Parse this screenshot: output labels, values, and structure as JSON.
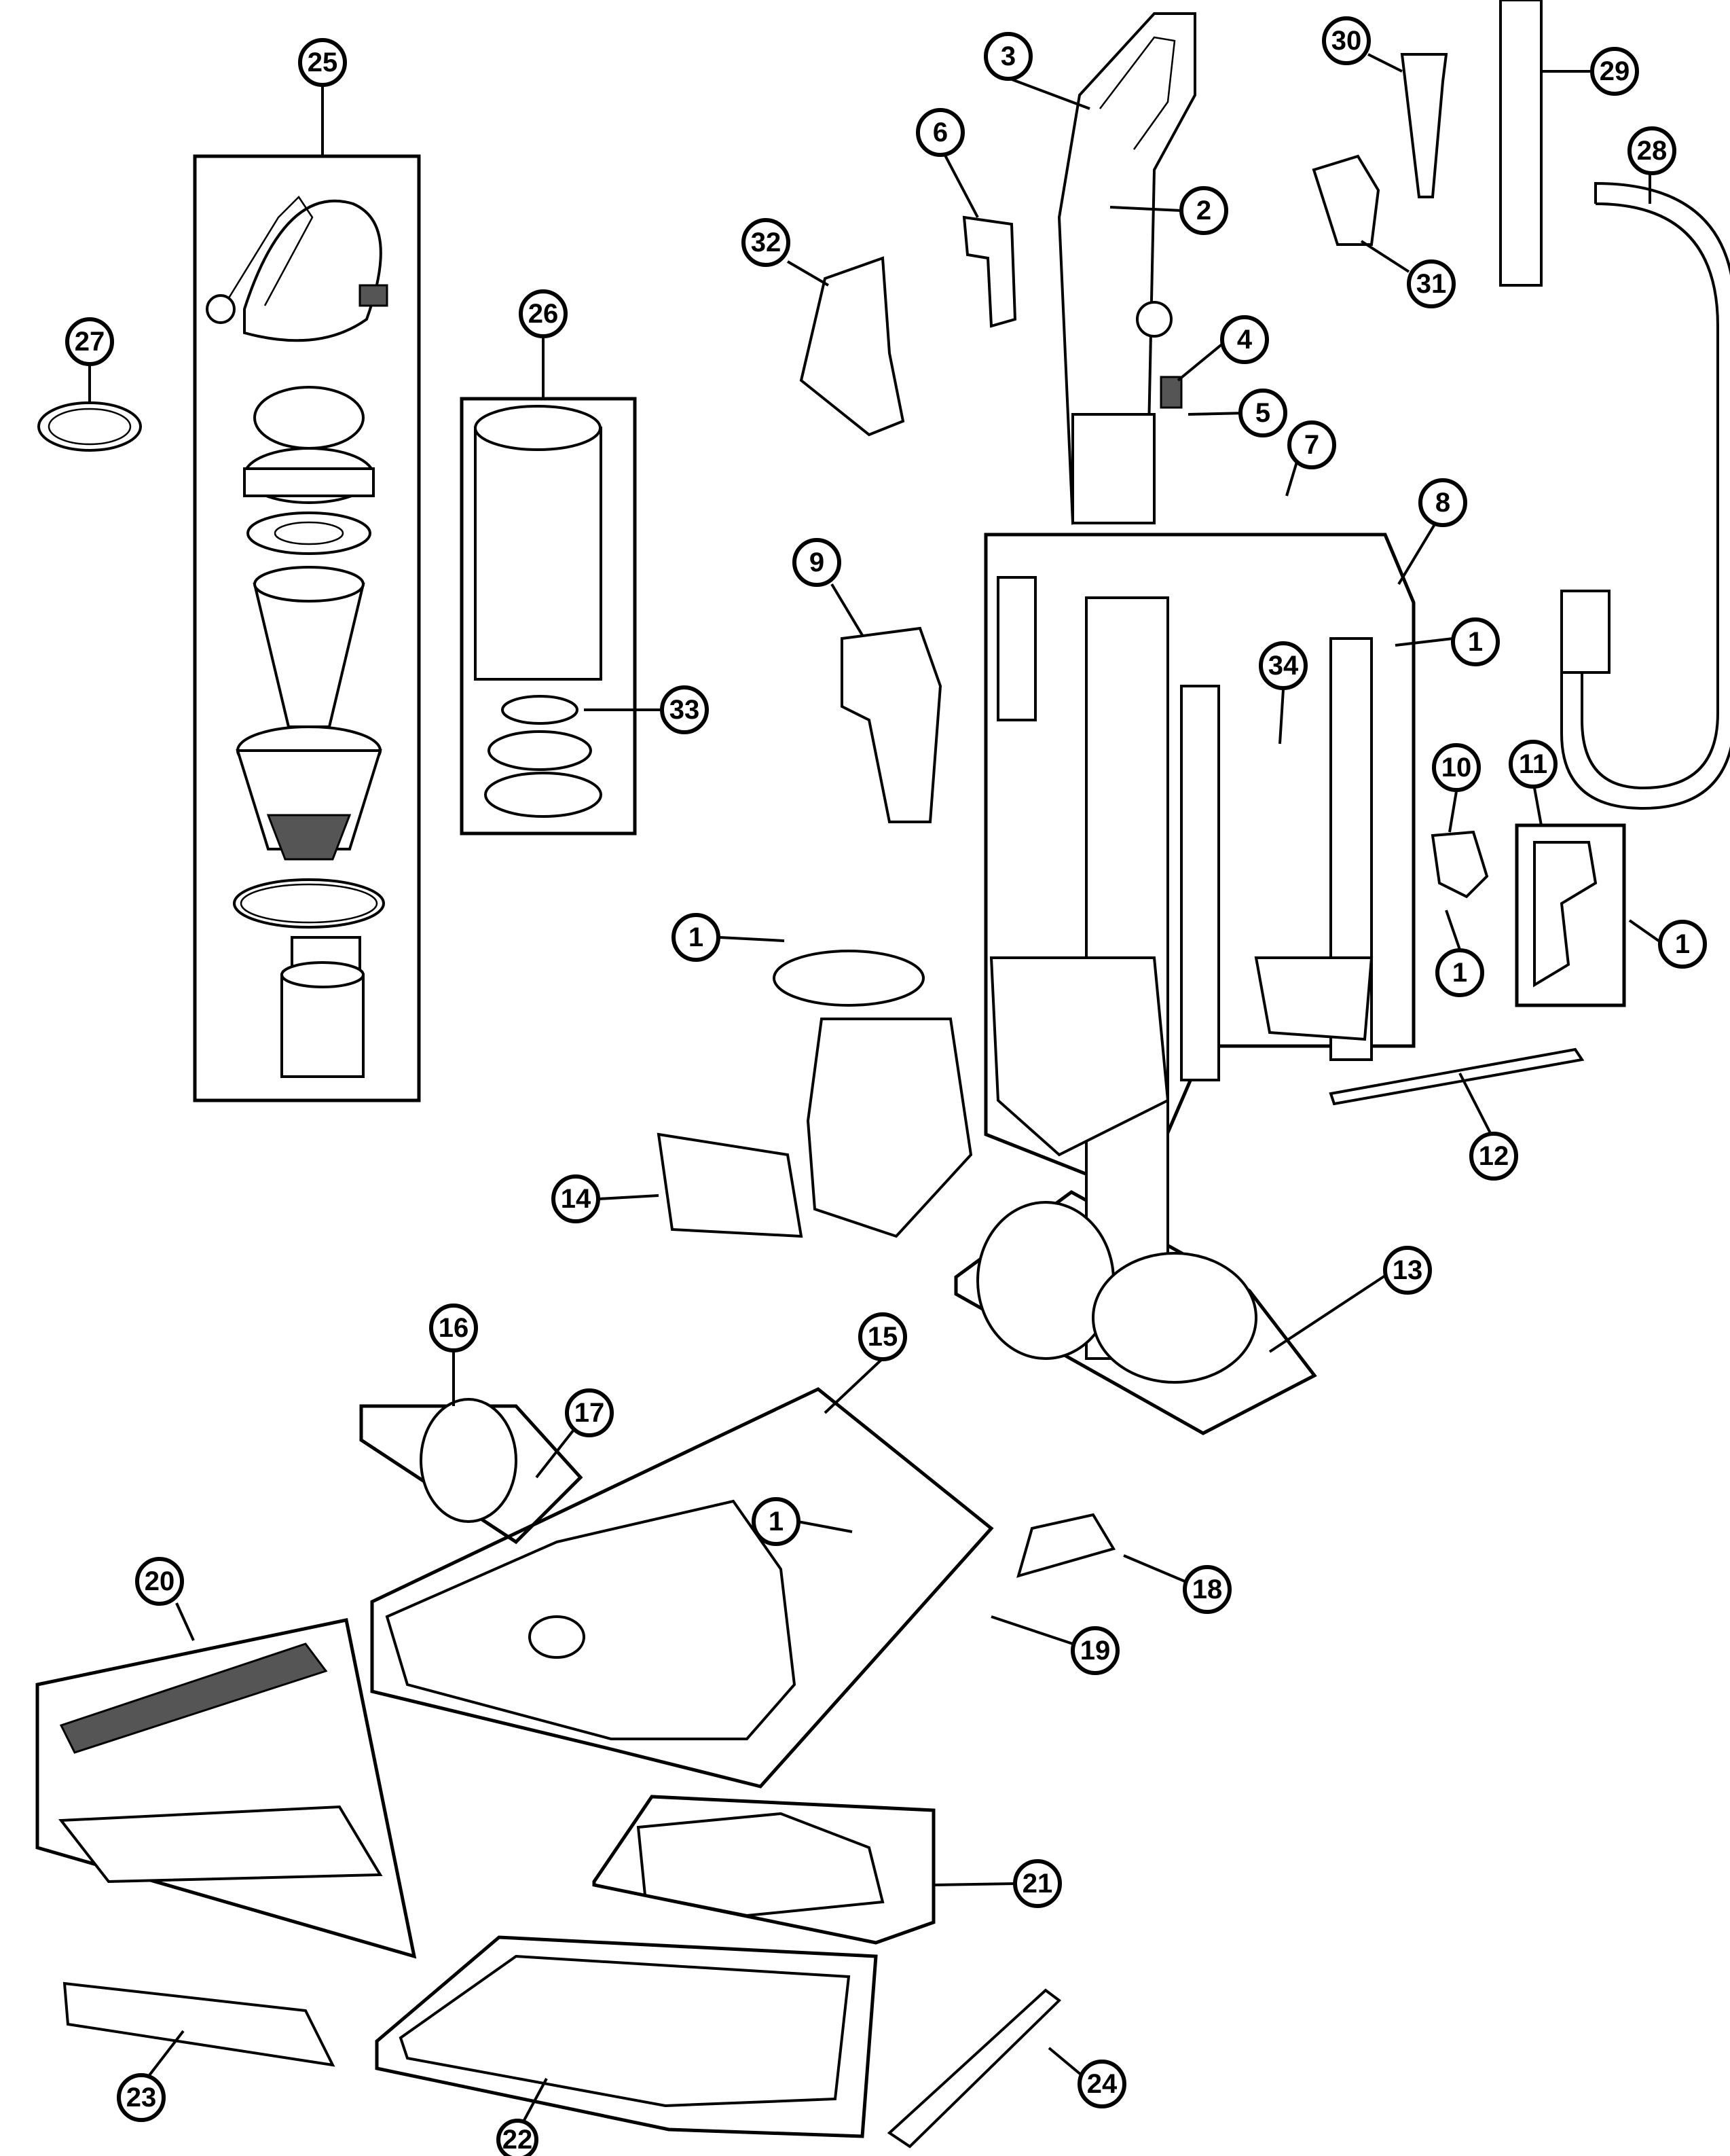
{
  "diagram": {
    "colors": {
      "ink": "#000000",
      "paper": "#ffffff",
      "shade": "#555555"
    },
    "callouts": [
      "25",
      "27",
      "26",
      "33",
      "3",
      "2",
      "6",
      "32",
      "4",
      "5",
      "7",
      "30",
      "29",
      "31",
      "28",
      "8",
      "9",
      "1",
      "34",
      "10",
      "11",
      "12",
      "14",
      "13",
      "16",
      "17",
      "15",
      "18",
      "19",
      "20",
      "21",
      "23",
      "22",
      "24"
    ]
  }
}
